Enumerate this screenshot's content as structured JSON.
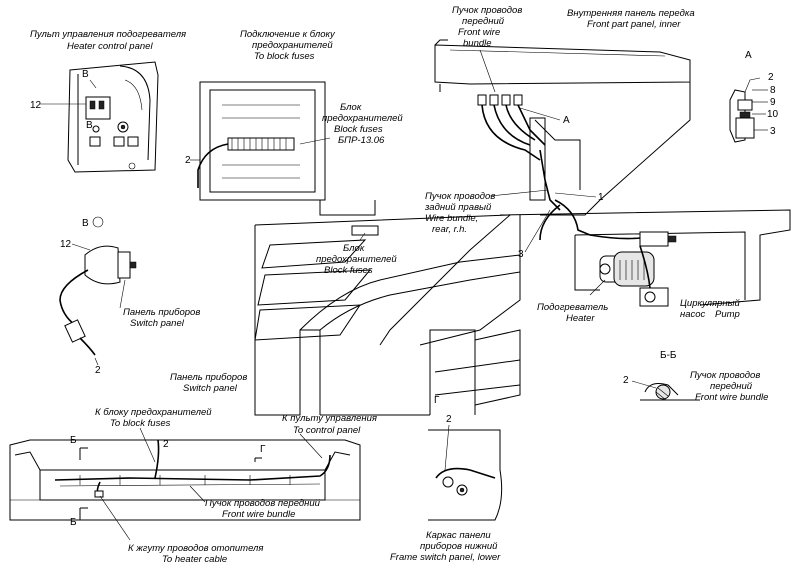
{
  "labels": {
    "heater_control_panel_ru": "Пульт управления подогревателя",
    "heater_control_panel_en": "Heater control panel",
    "to_block_fuses_ru_1": "Подключение к блоку",
    "to_block_fuses_ru_2": "предохранителей",
    "to_block_fuses_en": "To block fuses",
    "front_wire_bundle_ru_1": "Пучок проводов",
    "front_wire_bundle_ru_2": "передний",
    "front_wire_bundle_en_1": "Front wire",
    "front_wire_bundle_en_2": "bundle",
    "front_panel_inner_ru": "Внутренняя панель передка",
    "front_panel_inner_en": "Front part panel, inner",
    "view_a": "A",
    "block_fuses_ru": "Блок",
    "block_fuses_ru_2": "предохранителей",
    "block_fuses_en": "Block fuses",
    "block_fuses_code": "БПР-13.06",
    "rear_bundle_ru_1": "Пучок проводов",
    "rear_bundle_ru_2": "задний правый",
    "rear_bundle_en_1": "Wire bundle,",
    "rear_bundle_en_2": "rear, r.h.",
    "block_fuses_lower_ru_1": "Блок",
    "block_fuses_lower_ru_2": "предохранителей",
    "block_fuses_lower_en": "Block fuses",
    "switch_panel_ru": "Панель приборов",
    "switch_panel_en": "Switch panel",
    "heater_ru": "Подогреватель",
    "heater_en": "Heater",
    "pump_ru": "Циркулярный",
    "pump_ru_2": "насос",
    "pump_en": "Pump",
    "section_bb": "Б-Б",
    "bb_bundle_ru_1": "Пучок проводов",
    "bb_bundle_ru_2": "передний",
    "bb_bundle_en": "Front wire bundle",
    "switch_panel2_ru": "Панель приборов",
    "switch_panel2_en": "Switch panel",
    "to_fuses2_ru": "К блоку предохранителей",
    "to_fuses2_en": "To   block fuses",
    "to_control_ru": "К пульту управления",
    "to_control_en": "To control panel",
    "front_bundle2_ru": "Пучок проводов передний",
    "front_bundle2_en": "Front wire bundle",
    "to_heater_cable_ru": "К жгуту проводов отопителя",
    "to_heater_cable_en": "To heater cable",
    "frame_ru_1": "Каркас панели",
    "frame_ru_2": "приборов нижний",
    "frame_en": "Frame switch panel, lower",
    "view_b": "В",
    "section_b_left": "Б",
    "section_g": "Г"
  },
  "callouts": {
    "n12": "12",
    "n2": "2",
    "n8": "8",
    "n9": "9",
    "n10": "10",
    "n3": "3",
    "n1": "1",
    "n_a": "A",
    "n_v": "В"
  }
}
